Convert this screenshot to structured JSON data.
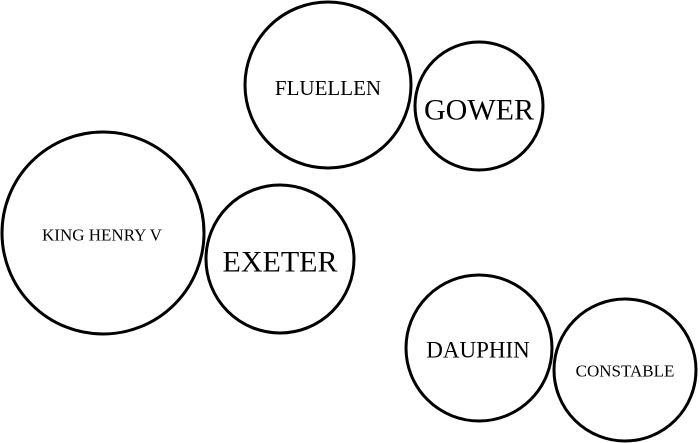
{
  "diagram": {
    "characters": [
      {
        "name": "FLUELLEN"
      },
      {
        "name": "GOWER"
      },
      {
        "name": "KING HENRY V"
      },
      {
        "name": "EXETER"
      },
      {
        "name": "DAUPHIN"
      },
      {
        "name": "CONSTABLE"
      }
    ]
  }
}
